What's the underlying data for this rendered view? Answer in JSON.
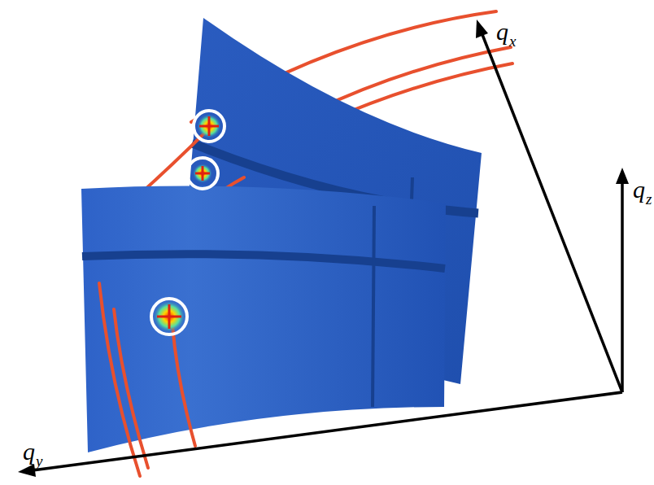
{
  "diagram": {
    "labels": [
      "q",
      "x",
      "q",
      "z",
      "q",
      "y"
    ]
  }
}
